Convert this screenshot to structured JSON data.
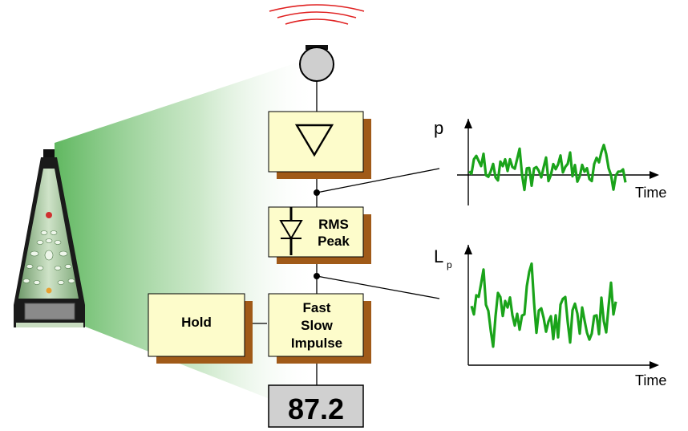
{
  "blocks": {
    "rms_peak": [
      "RMS",
      "Peak"
    ],
    "time_weighting": [
      "Fast",
      "Slow",
      "Impulse"
    ],
    "hold": "Hold"
  },
  "display": {
    "value": "87.2"
  },
  "charts": {
    "pressure": {
      "ylabel": "p",
      "xlabel": "Time"
    },
    "level": {
      "ylabel": "L",
      "ylabel_sub": "p",
      "xlabel": "Time"
    }
  },
  "colors": {
    "block_fill": "#fdfccb",
    "block_shadow": "#a05a18",
    "display_fill": "#d0d0d0",
    "signal": "#1aa31a",
    "sound_waves": "#e02020",
    "cone": "#58b458"
  },
  "icons": {
    "microphone": "microphone-icon",
    "amplifier": "triangle-amplifier-icon",
    "detector": "rectifier-detector-icon",
    "meter": "sound-level-meter-device"
  }
}
